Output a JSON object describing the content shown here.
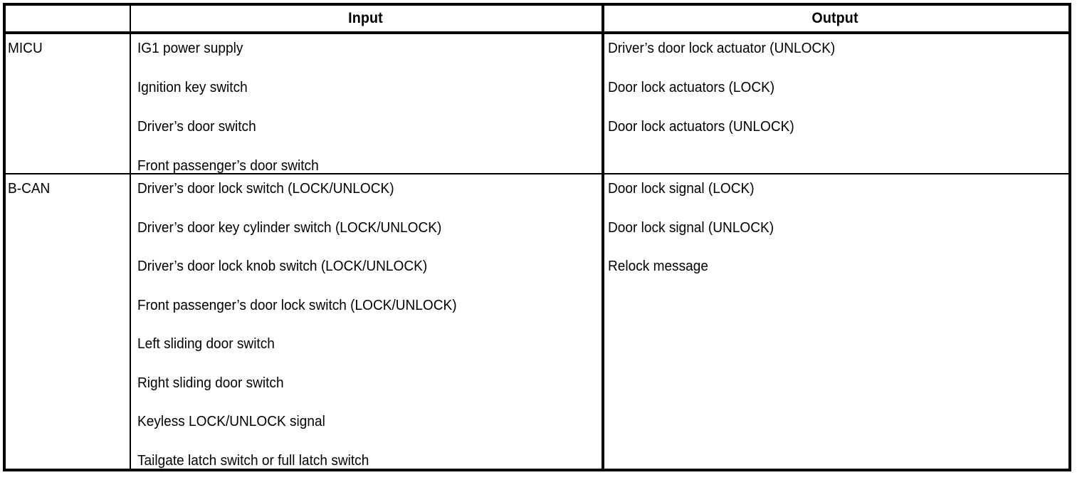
{
  "table": {
    "headers": {
      "corner": "",
      "input": "Input",
      "output": "Output"
    },
    "rows": [
      {
        "label": "MICU",
        "inputs": [
          "IG1 power supply",
          "Ignition key switch",
          "Driver’s door switch",
          "Front passenger’s door switch"
        ],
        "outputs": [
          "Driver’s door lock actuator (UNLOCK)",
          "Door lock actuators (LOCK)",
          "Door lock actuators (UNLOCK)"
        ]
      },
      {
        "label": "B-CAN",
        "inputs": [
          "Driver’s door lock switch (LOCK/UNLOCK)",
          "Driver’s door key cylinder switch (LOCK/UNLOCK)",
          "Driver’s door lock knob switch (LOCK/UNLOCK)",
          "Front passenger’s door lock switch (LOCK/UNLOCK)",
          "Left sliding door switch",
          "Right sliding door switch",
          "Keyless LOCK/UNLOCK signal",
          "Tailgate latch switch or full latch switch"
        ],
        "outputs": [
          "Door lock signal (LOCK)",
          "Door lock signal (UNLOCK)",
          "Relock message"
        ]
      }
    ]
  },
  "colors": {
    "border": "#000000",
    "text": "#000000",
    "background": "#ffffff"
  }
}
